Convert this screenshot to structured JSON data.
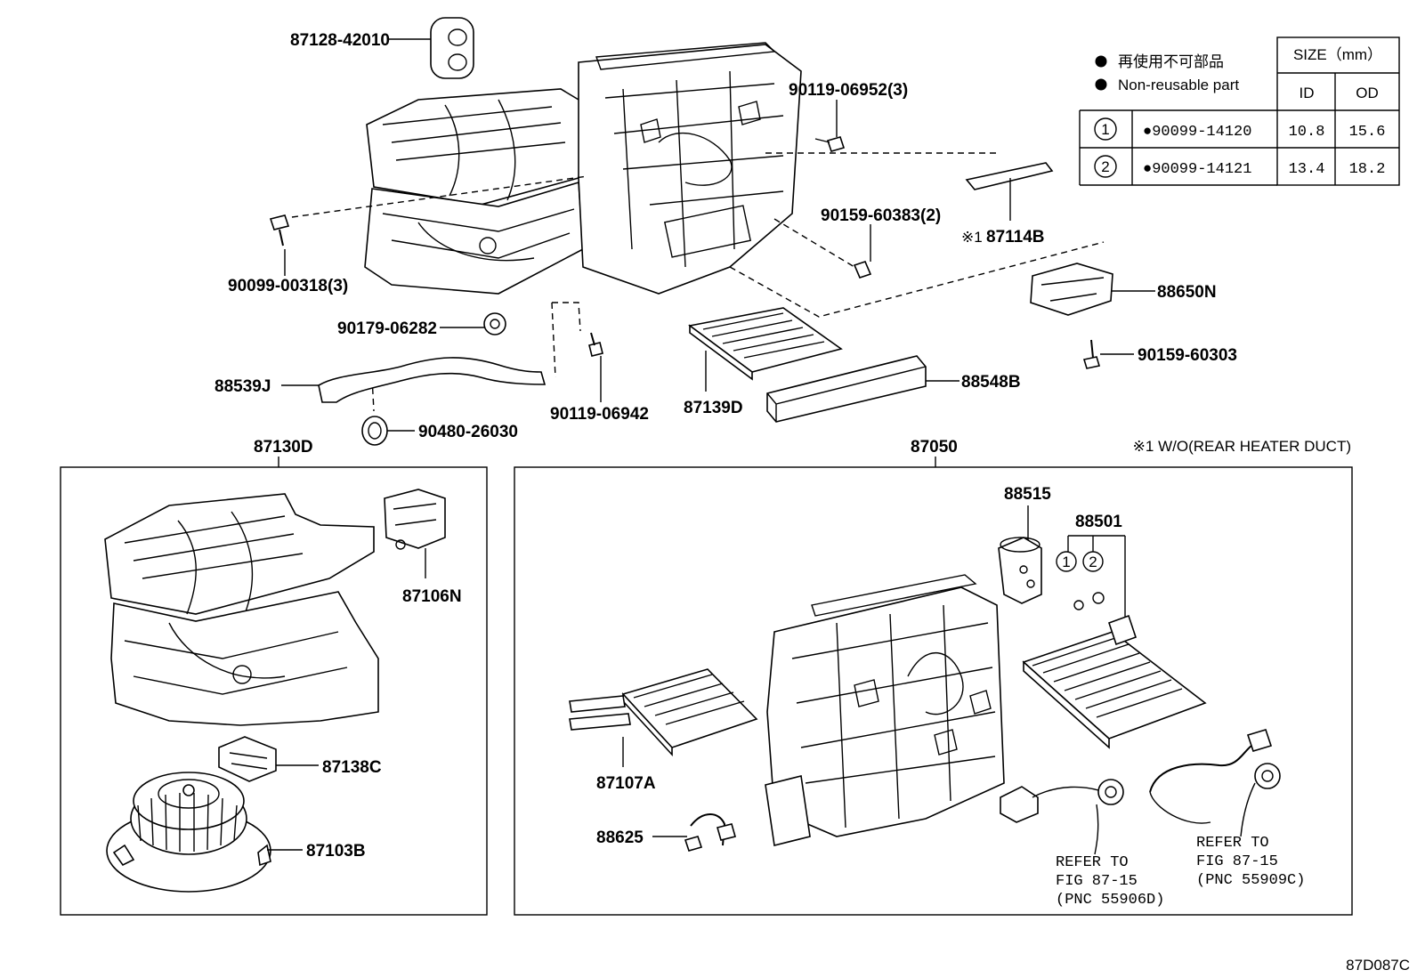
{
  "legend": {
    "non_reusable_jp": "再使用不可部品",
    "non_reusable_en": "Non-reusable part",
    "size_header": "SIZE（mm）",
    "col_id": "ID",
    "col_od": "OD",
    "rows": [
      {
        "ref": "1",
        "part": "●90099-14120",
        "id": "10.8",
        "od": "15.6"
      },
      {
        "ref": "2",
        "part": "●90099-14121",
        "id": "13.4",
        "od": "18.2"
      }
    ]
  },
  "footnote": "※1 W/O(REAR HEATER DUCT)",
  "figure_code": "87D087C",
  "parts": {
    "p87128": "87128-42010",
    "p90119a": "90119-06952(3)",
    "p87114": "87114B",
    "p87114_mark": "※1",
    "p90159a": "90159-60383(2)",
    "p90099": "90099-00318(3)",
    "p88650": "88650N",
    "p90179": "90179-06282",
    "p90159b": "90159-60303",
    "p88539": "88539J",
    "p88548": "88548B",
    "p87139": "87139D",
    "p90119b": "90119-06942",
    "p90480": "90480-26030",
    "p87130": "87130D",
    "p87050": "87050",
    "p87106": "87106N",
    "p87138": "87138C",
    "p87103": "87103B",
    "p88515": "88515",
    "p88501": "88501",
    "p88501_c1": "1",
    "p88501_c2": "2",
    "p87107": "87107A",
    "p88625": "88625"
  },
  "refer_left": {
    "l1": "REFER TO",
    "l2": "FIG 87-15",
    "l3": "(PNC 55906D)"
  },
  "refer_right": {
    "l1": "REFER TO",
    "l2": "FIG 87-15",
    "l3": "(PNC 55909C)"
  }
}
